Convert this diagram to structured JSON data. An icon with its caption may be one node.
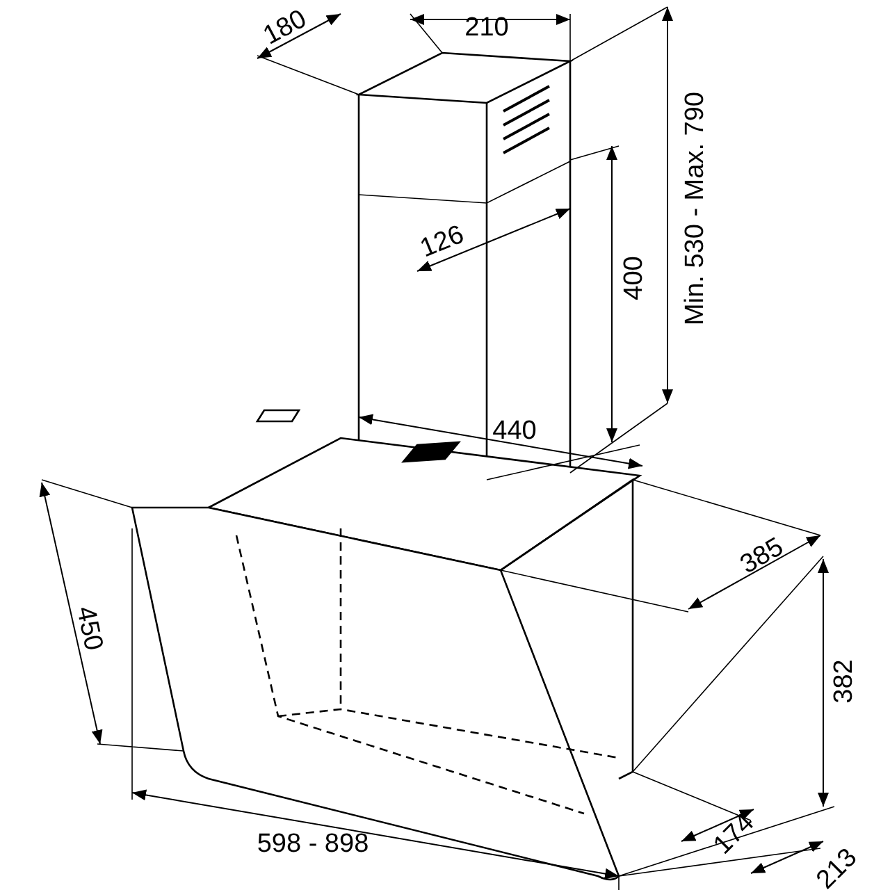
{
  "diagram": {
    "labels": [
      "180",
      "210",
      "Min. 530 - Max. 790",
      "126",
      "400",
      "440",
      "385",
      "450",
      "382",
      "598 - 898",
      "174",
      "213"
    ]
  }
}
